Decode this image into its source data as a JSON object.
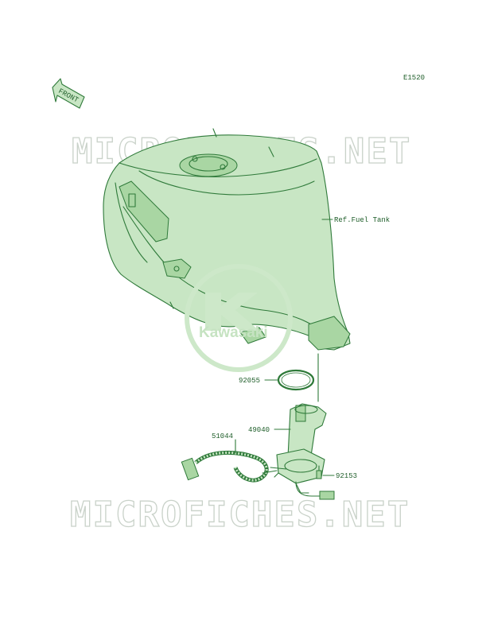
{
  "diagram_code": "E1520",
  "front_arrow_label": "FRONT",
  "watermark": "MICROFICHES.NET",
  "logo_text": "Kawasaki",
  "callouts": {
    "fuel_tank": "Ref.Fuel Tank",
    "gasket": "92055",
    "fuel_pump": "49040",
    "harness": "51044",
    "bolt": "92153"
  },
  "colors": {
    "line": "#2f7a3a",
    "fill": "#c8e6c4",
    "watermark": "#c9d2c9"
  }
}
